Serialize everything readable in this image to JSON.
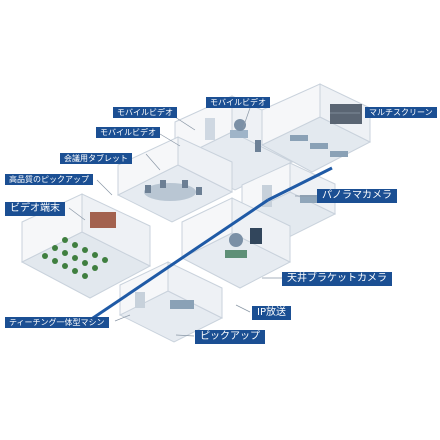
{
  "callouts": {
    "mobile_video_1": "モバイルビデオ",
    "mobile_video_2": "モバイルビデオ",
    "mobile_video_3": "モバイルビデオ",
    "multi_screen": "マルチスクリーン",
    "meeting_tablet": "会議用タブレット",
    "hq_pickup": "高品質のピックアップ",
    "panorama_camera": "パノラマカメラ",
    "video_terminal": "ビデオ端末",
    "ceiling_camera": "天井ブラケットカメラ",
    "ip_broadcast": "IP放送",
    "teaching_machine": "ティーチング一体型マシン",
    "pickup": "ピックアップ"
  },
  "colors": {
    "callout_bg": "#1b4f93",
    "trunk_line": "#1f5aa6",
    "floor": "#e7ecf2",
    "wall": "#f3f5f8"
  }
}
